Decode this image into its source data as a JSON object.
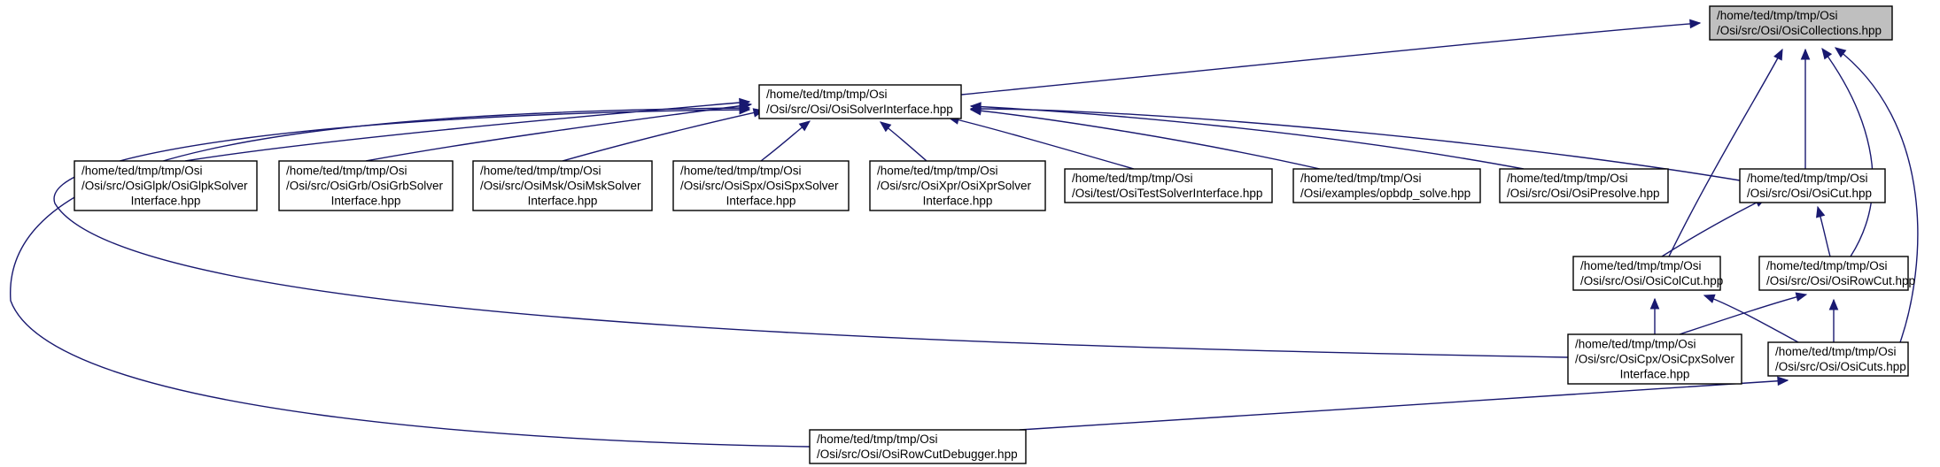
{
  "nodes": [
    {
      "id": "collections",
      "lines": [
        "/home/ted/tmp/tmp/Osi",
        "/Osi/src/Osi/OsiCollections.hpp"
      ],
      "root": true
    },
    {
      "id": "solverinterface",
      "lines": [
        "/home/ted/tmp/tmp/Osi",
        "/Osi/src/Osi/OsiSolverInterface.hpp"
      ]
    },
    {
      "id": "glpk",
      "lines": [
        "/home/ted/tmp/tmp/Osi",
        "/Osi/src/OsiGlpk/OsiGlpkSolver",
        "Interface.hpp"
      ]
    },
    {
      "id": "grb",
      "lines": [
        "/home/ted/tmp/tmp/Osi",
        "/Osi/src/OsiGrb/OsiGrbSolver",
        "Interface.hpp"
      ]
    },
    {
      "id": "msk",
      "lines": [
        "/home/ted/tmp/tmp/Osi",
        "/Osi/src/OsiMsk/OsiMskSolver",
        "Interface.hpp"
      ]
    },
    {
      "id": "spx",
      "lines": [
        "/home/ted/tmp/tmp/Osi",
        "/Osi/src/OsiSpx/OsiSpxSolver",
        "Interface.hpp"
      ]
    },
    {
      "id": "xpr",
      "lines": [
        "/home/ted/tmp/tmp/Osi",
        "/Osi/src/OsiXpr/OsiXprSolver",
        "Interface.hpp"
      ]
    },
    {
      "id": "testsolver",
      "lines": [
        "/home/ted/tmp/tmp/Osi",
        "/Osi/test/OsiTestSolverInterface.hpp"
      ]
    },
    {
      "id": "opbdp",
      "lines": [
        "/home/ted/tmp/tmp/Osi",
        "/Osi/examples/opbdp_solve.hpp"
      ]
    },
    {
      "id": "presolve",
      "lines": [
        "/home/ted/tmp/tmp/Osi",
        "/Osi/src/Osi/OsiPresolve.hpp"
      ]
    },
    {
      "id": "cut",
      "lines": [
        "/home/ted/tmp/tmp/Osi",
        "/Osi/src/Osi/OsiCut.hpp"
      ]
    },
    {
      "id": "colcut",
      "lines": [
        "/home/ted/tmp/tmp/Osi",
        "/Osi/src/Osi/OsiColCut.hpp"
      ]
    },
    {
      "id": "rowcut",
      "lines": [
        "/home/ted/tmp/tmp/Osi",
        "/Osi/src/Osi/OsiRowCut.hpp"
      ]
    },
    {
      "id": "cpx",
      "lines": [
        "/home/ted/tmp/tmp/Osi",
        "/Osi/src/OsiCpx/OsiCpxSolver",
        "Interface.hpp"
      ]
    },
    {
      "id": "cuts",
      "lines": [
        "/home/ted/tmp/tmp/Osi",
        "/Osi/src/Osi/OsiCuts.hpp"
      ]
    },
    {
      "id": "rowcutdebugger",
      "lines": [
        "/home/ted/tmp/tmp/Osi",
        "/Osi/src/Osi/OsiRowCutDebugger.hpp"
      ]
    }
  ],
  "edges": [
    {
      "from": "solverinterface",
      "to": "collections"
    },
    {
      "from": "colcut",
      "to": "collections"
    },
    {
      "from": "cut",
      "to": "collections"
    },
    {
      "from": "rowcut",
      "to": "collections"
    },
    {
      "from": "cuts",
      "to": "collections"
    },
    {
      "from": "glpk",
      "to": "solverinterface"
    },
    {
      "from": "grb",
      "to": "solverinterface"
    },
    {
      "from": "msk",
      "to": "solverinterface"
    },
    {
      "from": "spx",
      "to": "solverinterface"
    },
    {
      "from": "xpr",
      "to": "solverinterface"
    },
    {
      "from": "testsolver",
      "to": "solverinterface"
    },
    {
      "from": "opbdp",
      "to": "solverinterface"
    },
    {
      "from": "presolve",
      "to": "solverinterface"
    },
    {
      "from": "cut",
      "to": "solverinterface"
    },
    {
      "from": "cpx",
      "to": "solverinterface"
    },
    {
      "from": "rowcutdebugger",
      "to": "solverinterface"
    },
    {
      "from": "colcut",
      "to": "cut"
    },
    {
      "from": "rowcut",
      "to": "cut"
    },
    {
      "from": "cpx",
      "to": "colcut"
    },
    {
      "from": "cuts",
      "to": "colcut"
    },
    {
      "from": "cpx",
      "to": "rowcut"
    },
    {
      "from": "cuts",
      "to": "rowcut"
    },
    {
      "from": "rowcutdebugger",
      "to": "cuts"
    }
  ]
}
